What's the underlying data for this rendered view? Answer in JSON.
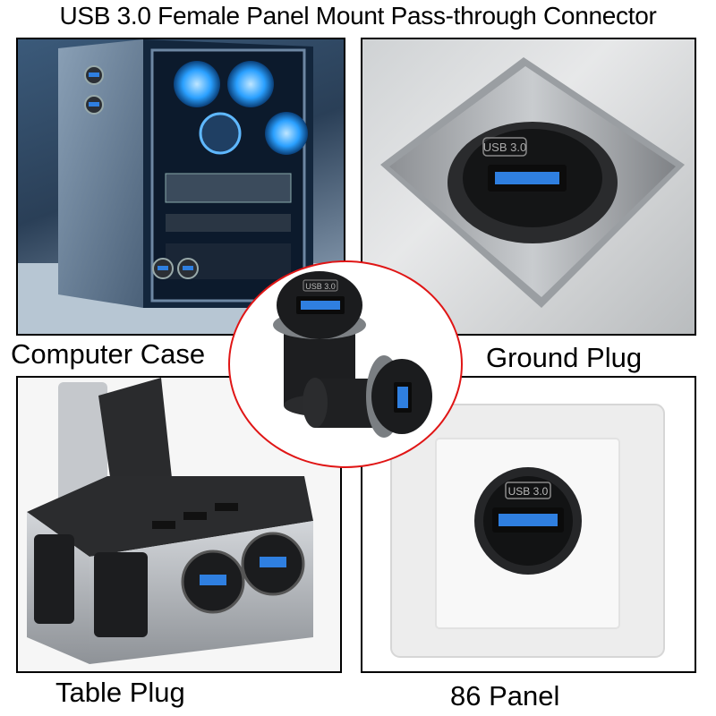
{
  "title": "USB 3.0 Female Panel Mount Pass-through Connector",
  "captions": {
    "computer_case": "Computer Case",
    "ground_plug": "Ground Plug",
    "table_plug": "Table Plug",
    "panel_86": "86 Panel"
  },
  "connector_label": "USB 3.0",
  "colors": {
    "circle_border": "#e01515",
    "usb_port_blue": "#2f7fe0",
    "connector_black": "#1b1c1e"
  }
}
